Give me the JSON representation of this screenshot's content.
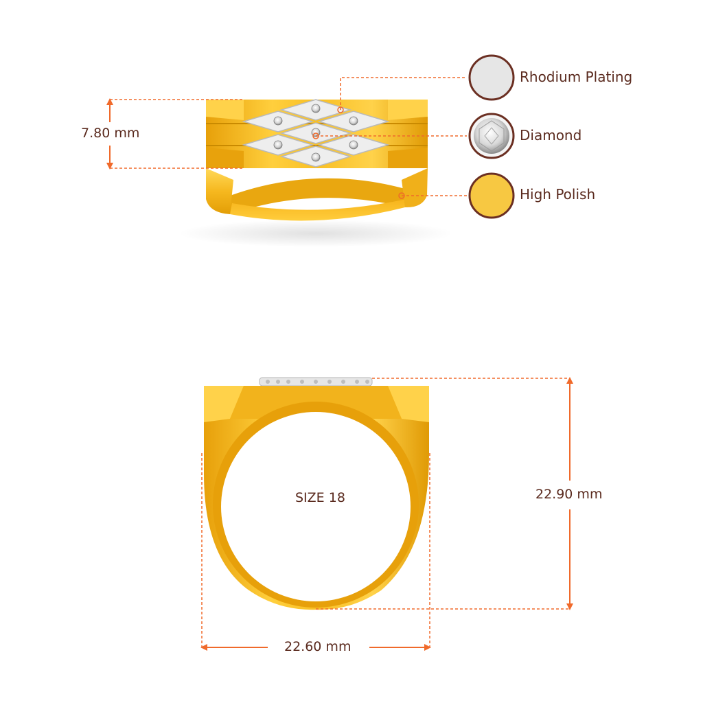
{
  "legend": {
    "items": [
      {
        "label": "Rhodium Plating",
        "swatch": "#e6e6e6",
        "icon": "rhodium-swatch"
      },
      {
        "label": "Diamond",
        "swatch": "#f4f4f4",
        "icon": "diamond-swatch"
      },
      {
        "label": "High Polish",
        "swatch": "#f7c842",
        "icon": "gold-swatch"
      }
    ]
  },
  "dimensions": {
    "height_top": "7.80 mm",
    "height_side": "22.90 mm",
    "width_side": "22.60 mm",
    "size": "SIZE 18"
  },
  "colors": {
    "dimension_line": "#f06a2b",
    "text": "#5a2a1e",
    "gold": "#f5b51c",
    "gold_dark": "#d89400",
    "gold_light": "#ffd24a",
    "rhodium": "#eeeeee",
    "swatch_border": "#6b2f22"
  }
}
